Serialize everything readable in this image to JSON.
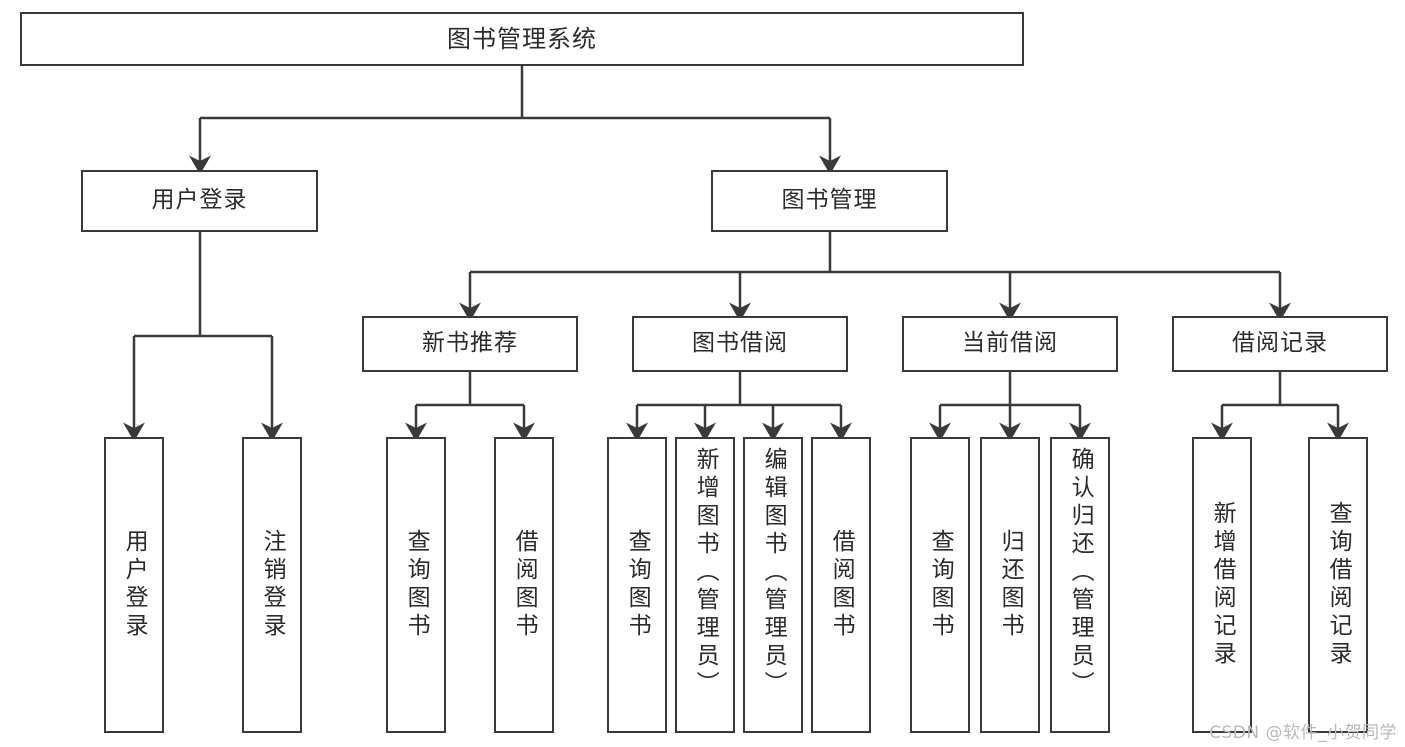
{
  "diagram": {
    "type": "tree-hierarchy",
    "title": "图书管理系统",
    "watermark": "CSDN @软件_小贺同学",
    "colors": {
      "stroke": "#3a3a3a",
      "fill": "#ffffff",
      "text": "#2b2b2b",
      "watermark": "#b9b9b9"
    },
    "nodes": {
      "root": "图书管理系统",
      "level2": [
        "用户登录",
        "图书管理"
      ],
      "level3": [
        "新书推荐",
        "图书借阅",
        "当前借阅",
        "借阅记录"
      ],
      "leaves": {
        "user_login": [
          "用户登录",
          "注销登录"
        ],
        "new_book": [
          "查询图书",
          "借阅图书"
        ],
        "borrow_book": [
          "查询图书",
          "新增图书（管理员）",
          "编辑图书（管理员）",
          "借阅图书"
        ],
        "current_borrow": [
          "查询图书",
          "归还图书",
          "确认归还（管理员）"
        ],
        "borrow_record": [
          "新增借阅记录",
          "查询借阅记录"
        ]
      }
    }
  }
}
